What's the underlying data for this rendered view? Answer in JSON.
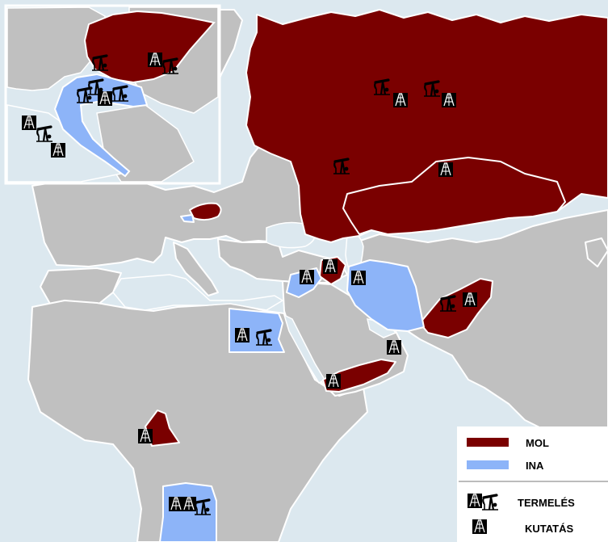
{
  "colors": {
    "sea": "#dce8ef",
    "land": "#c0c0c0",
    "border": "#ffffff",
    "mol": "#7a0000",
    "ina": "#8db4f8",
    "icon": "#000000"
  },
  "icons": {
    "production": "pumpjack-icon",
    "exploration": "drilling-rig-icon"
  },
  "legend": {
    "mol_label": "MOL",
    "ina_label": "INA",
    "production_label": "TERMELÉS",
    "exploration_label": "KUTATÁS"
  }
}
